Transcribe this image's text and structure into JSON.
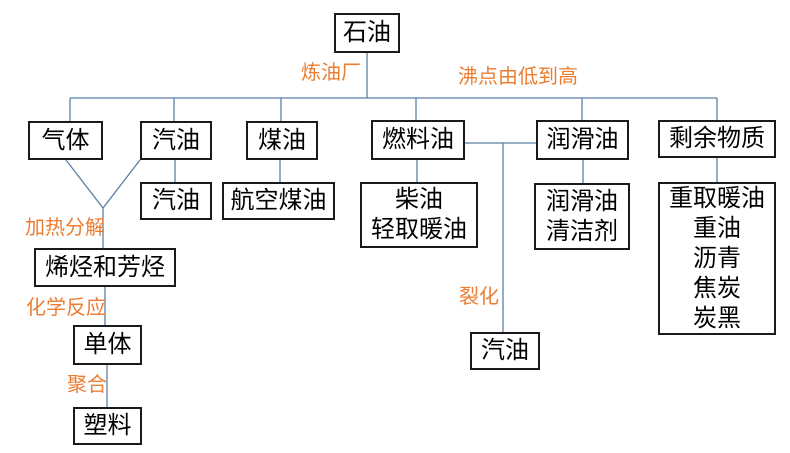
{
  "diagram": {
    "nodes": {
      "petroleum": "石油",
      "gas": "气体",
      "gasoline_fraction": "汽油",
      "kerosene": "煤油",
      "fuel_oil": "燃料油",
      "lubricating_oil": "润滑油",
      "residual_material": "剩余物质",
      "gasoline_product": "汽油",
      "aviation_kerosene": "航空煤油",
      "fuel_oil_products": [
        "柴油",
        "轻取暖油"
      ],
      "lubricating_oil_products": [
        "润滑油",
        "清洁剂"
      ],
      "residual_products": [
        "重取暖油",
        "重油",
        "沥青",
        "焦炭",
        "炭黑"
      ],
      "olefins_aromatics": "烯烃和芳烃",
      "monomer": "单体",
      "plastic": "塑料",
      "cracked_gasoline": "汽油"
    },
    "process_labels": {
      "refinery": "炼油厂",
      "boiling_order": "沸点由低到高",
      "thermal_decomposition": "加热分解",
      "chemical_reaction": "化学反应",
      "polymerization": "聚合",
      "cracking": "裂化"
    },
    "colors": {
      "process_label": "#ED7D31",
      "connector_line": "#5B7FA6",
      "node_border": "#1A1A1A",
      "node_text": "#000000",
      "background": "#FFFFFF"
    }
  }
}
